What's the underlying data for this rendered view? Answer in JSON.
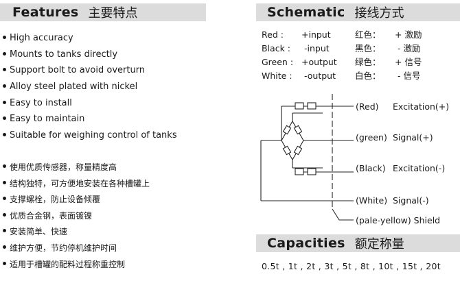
{
  "features": {
    "title_en": "Features",
    "title_zh": "主要特点",
    "items_en": [
      "High accuracy",
      "Mounts to tanks directly",
      "Support bolt to avoid overturn",
      "Alloy steel plated with nickel",
      "Easy to install",
      "Easy to maintain",
      "Suitable for weighing control of tanks"
    ],
    "items_zh": [
      "使用优质传感器，称量精度高",
      "结构独特，可方便地安装在各种槽罐上",
      "支撑螺栓，防止设备倾覆",
      "优质合金钢，表面镀镍",
      "安装简单、快速",
      "维护方便，节约停机维护时间",
      "适用于槽罐的配料过程称重控制"
    ]
  },
  "schematic": {
    "title_en": "Schematic",
    "title_zh": "接线方式",
    "wiring": [
      {
        "color_en": "Red :",
        "signal_en": "+input",
        "color_zh": "红色：",
        "signal_zh": "+ 激励"
      },
      {
        "color_en": "Black :",
        "signal_en": "-input",
        "color_zh": "黑色：",
        "signal_zh": "- 激励"
      },
      {
        "color_en": "Green :",
        "signal_en": "+output",
        "color_zh": "绿色：",
        "signal_zh": "+ 信号"
      },
      {
        "color_en": "White :",
        "signal_en": "-output",
        "color_zh": "白色：",
        "signal_zh": "- 信号"
      }
    ],
    "diagram_labels": [
      {
        "wire": "(Red)",
        "signal": "Excitation(+)"
      },
      {
        "wire": "(green)",
        "signal": "Signal(+)"
      },
      {
        "wire": "(Black)",
        "signal": "Excitation(-)"
      },
      {
        "wire": "(White)",
        "signal": "Signal(-)"
      },
      {
        "wire": "(pale-yellow) Shield",
        "signal": ""
      }
    ]
  },
  "capacities": {
    "title_en": "Capacities",
    "title_zh": "额定称量",
    "values": "0.5t , 1t , 2t , 3t , 5t , 8t , 10t , 15t , 20t"
  }
}
